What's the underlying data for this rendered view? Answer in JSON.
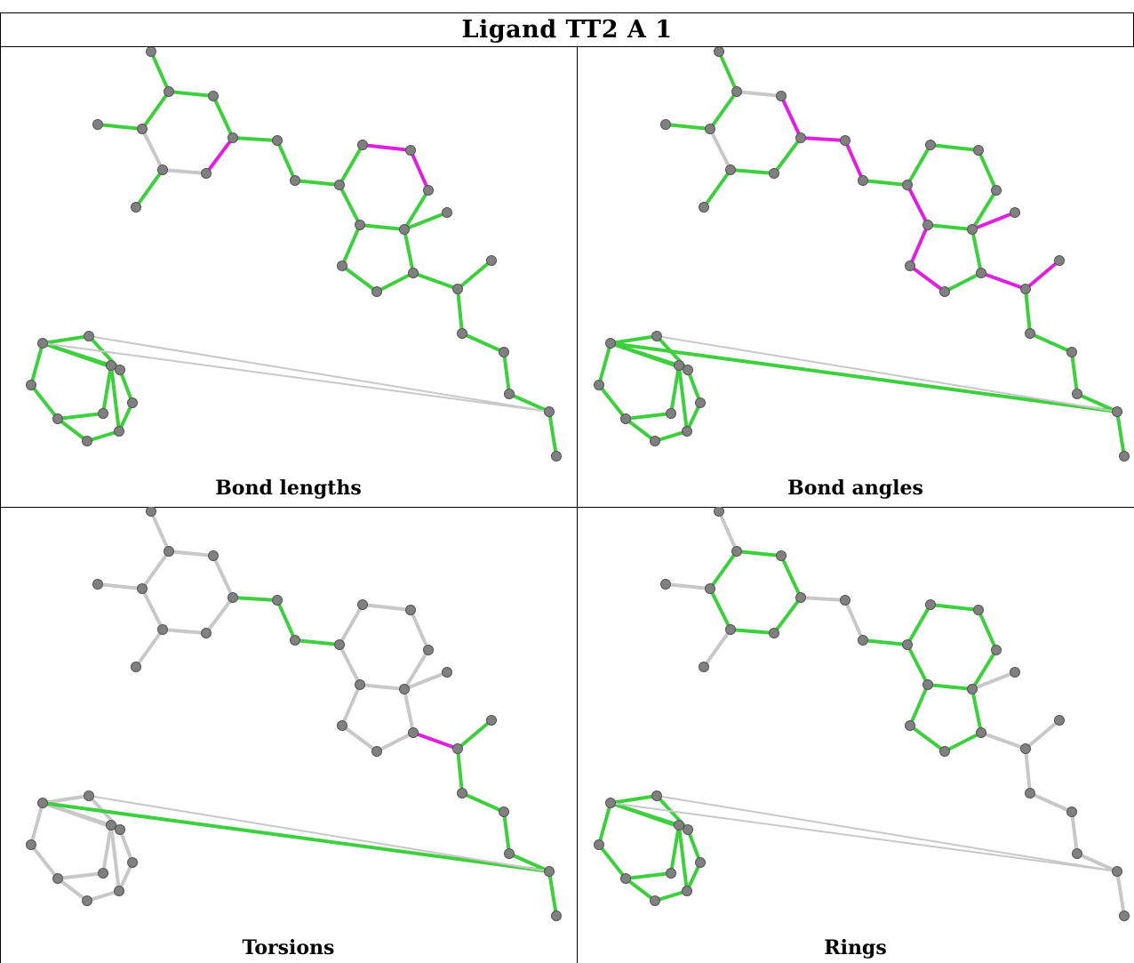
{
  "title": "Ligand TT2 A 1",
  "colors": {
    "ok": "#3ecf3e",
    "outlier": "#e020e0",
    "none": "#c8c8c8",
    "atom": "#808080",
    "atom_edge": "#555555"
  },
  "panels": [
    {
      "id": "bond-lengths",
      "caption": "Bond lengths"
    },
    {
      "id": "bond-angles",
      "caption": "Bond angles"
    },
    {
      "id": "torsions",
      "caption": "Torsions"
    },
    {
      "id": "rings",
      "caption": "Rings"
    }
  ]
}
